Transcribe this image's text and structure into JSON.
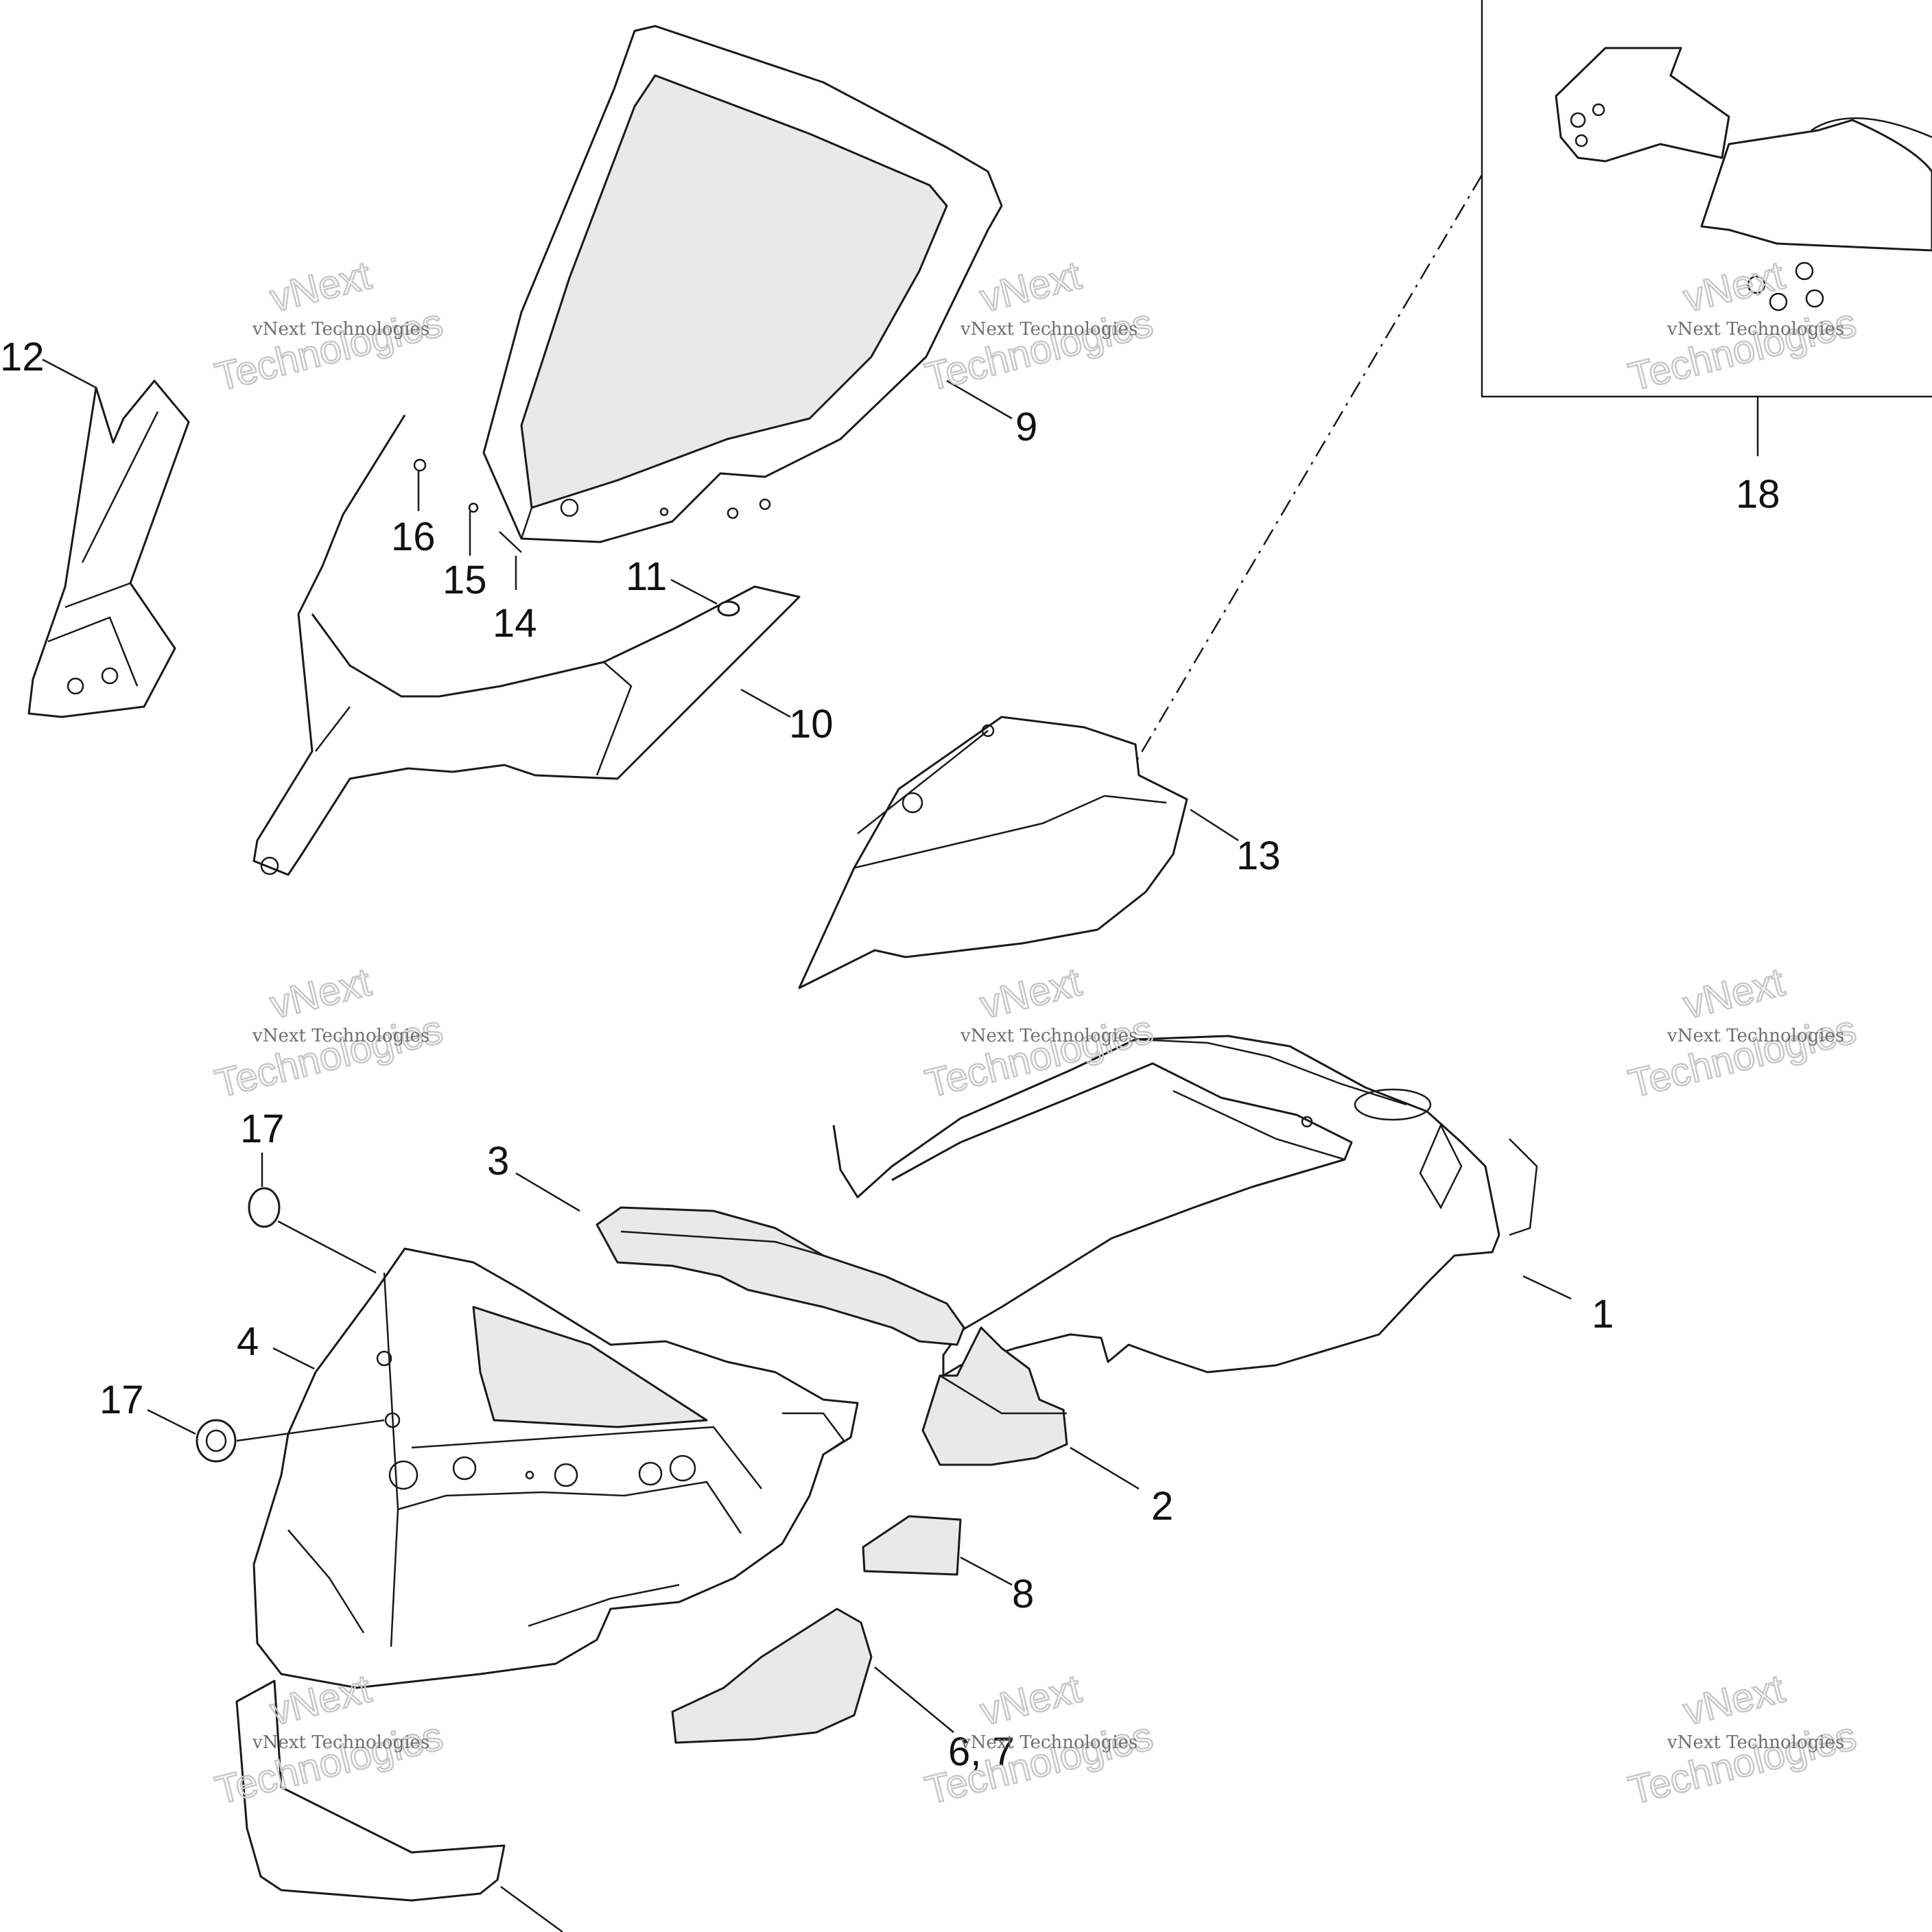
{
  "callouts": {
    "c1": "1",
    "c2": "2",
    "c3": "3",
    "c4": "4",
    "c67": "6, 7",
    "c8": "8",
    "c9": "9",
    "c10": "10",
    "c11": "11",
    "c12": "12",
    "c13": "13",
    "c14": "14",
    "c15": "15",
    "c16": "16",
    "c17a": "17",
    "c17b": "17",
    "c18": "18"
  },
  "watermark": {
    "line1": "vNext Technologies",
    "big_top": "vNext",
    "big_bottom": "Technologies"
  }
}
